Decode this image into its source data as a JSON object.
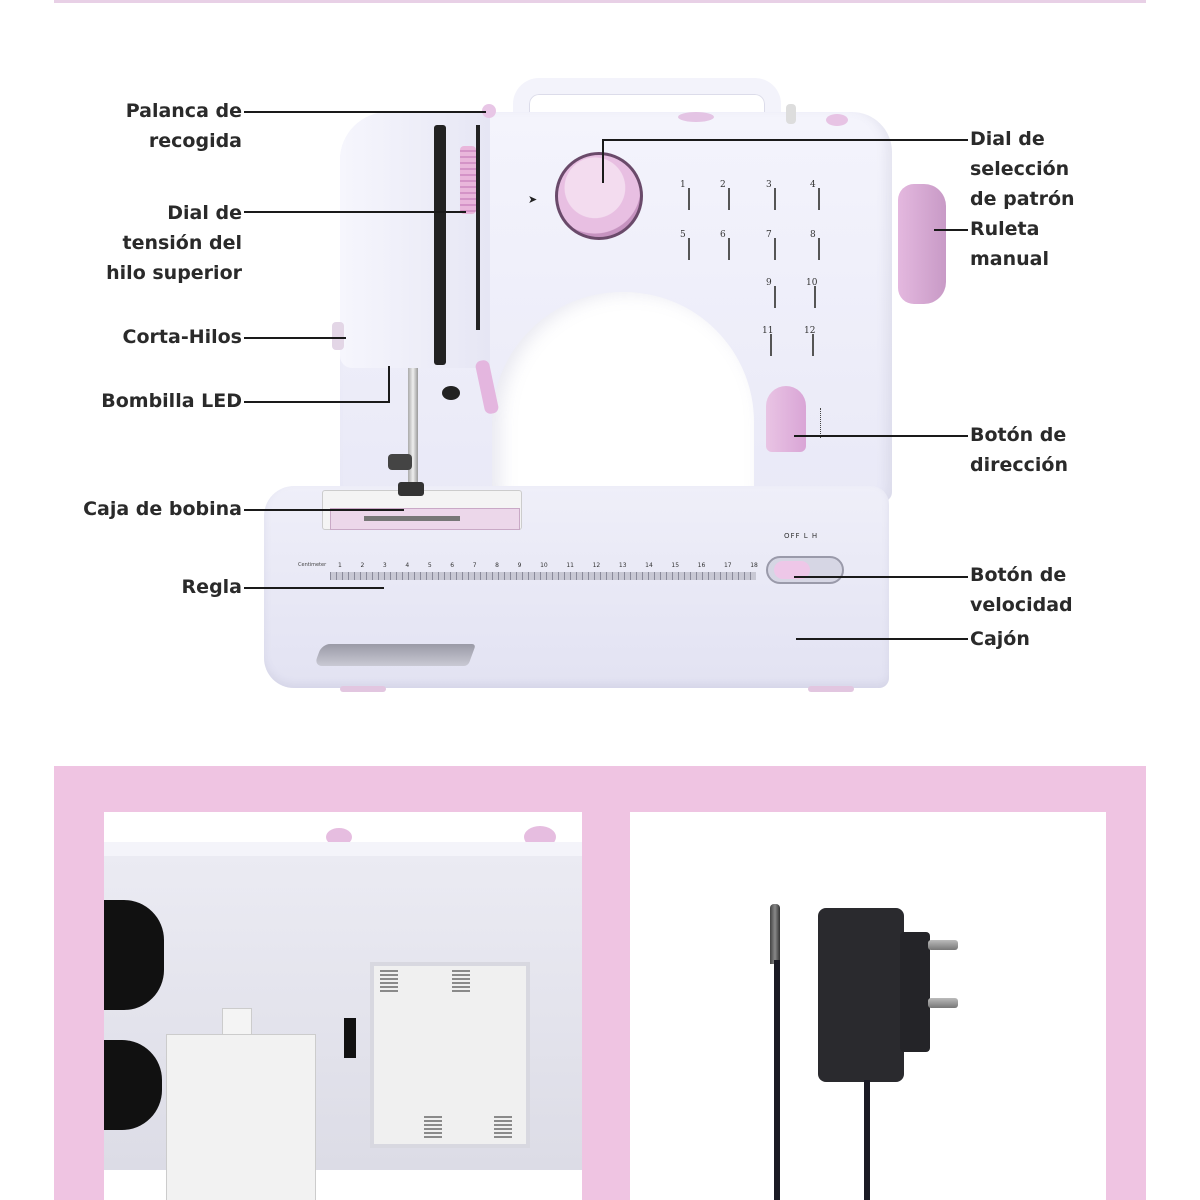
{
  "diagram": {
    "subject": "Sewing machine parts",
    "callouts_left": [
      {
        "id": "palanca",
        "lines": [
          "Palanca de",
          "recogida"
        ]
      },
      {
        "id": "tension",
        "lines": [
          "Dial de",
          "tensión del",
          "hilo superior"
        ]
      },
      {
        "id": "cortahilos",
        "lines": [
          "Corta-Hilos"
        ]
      },
      {
        "id": "bombilla",
        "lines": [
          "Bombilla LED"
        ]
      },
      {
        "id": "bobina",
        "lines": [
          "Caja de bobina"
        ]
      },
      {
        "id": "regla",
        "lines": [
          "Regla"
        ]
      }
    ],
    "callouts_right": [
      {
        "id": "patron",
        "lines": [
          "Dial de",
          "selección",
          "de patrón"
        ]
      },
      {
        "id": "ruleta",
        "lines": [
          "Ruleta",
          "manual"
        ]
      },
      {
        "id": "direccion",
        "lines": [
          "Botón de",
          "dirección"
        ]
      },
      {
        "id": "velocidad",
        "lines": [
          "Botón de",
          "velocidad"
        ]
      },
      {
        "id": "cajon",
        "lines": [
          "Cajón"
        ]
      }
    ],
    "machine_markings": {
      "stitch_numbers": [
        "1",
        "2",
        "3",
        "4",
        "5",
        "6",
        "7",
        "8",
        "9",
        "10",
        "11",
        "12"
      ],
      "speed_switch_label": "OFF  L  H",
      "ruler_label": "Centimeter",
      "ruler_numbers": [
        "1",
        "2",
        "3",
        "4",
        "5",
        "6",
        "7",
        "8",
        "9",
        "10",
        "11",
        "12",
        "13",
        "14",
        "15",
        "16",
        "17",
        "18"
      ]
    }
  },
  "bottom_panel": {
    "left_photo": "battery-compartment",
    "right_photo": "power-adapter"
  },
  "colors": {
    "accent_pink": "#efc4e2",
    "machine_lilac": "#e4b8df",
    "label_text": "#2a2a2a"
  }
}
